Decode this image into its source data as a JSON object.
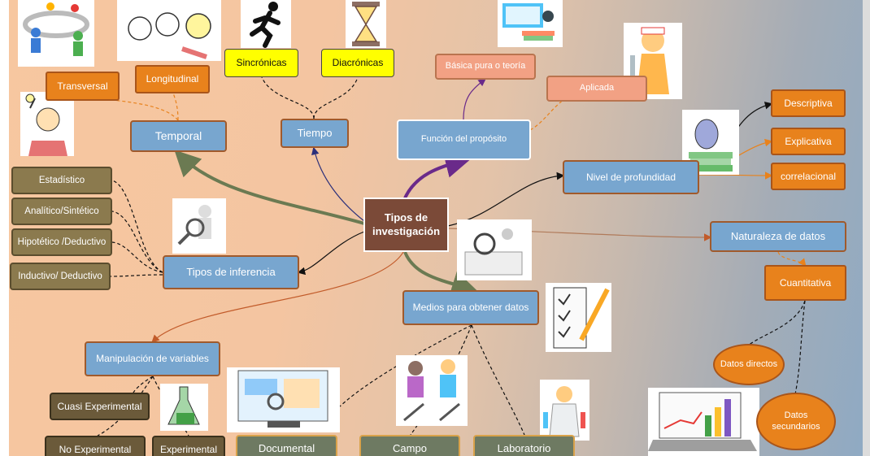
{
  "central": "Tipos de investigación",
  "branches": {
    "temporal": "Temporal",
    "tiempo": "Tiempo",
    "funcion": "Función del propósito",
    "nivel": "Nivel de profundidad",
    "naturaleza": "Naturaleza de datos",
    "medios": "Medios para obtener datos",
    "manipulacion": "Manipulación de variables",
    "inferencia": "Tipos de inferencia"
  },
  "temporal_children": {
    "transversal": "Transversal",
    "longitudinal": "Longitudinal"
  },
  "tiempo_children": {
    "sincronicas": "Sincrónicas",
    "diacronicas": "Diacrónicas"
  },
  "funcion_children": {
    "basica": "Básica pura o teoría",
    "aplicada": "Aplicada"
  },
  "nivel_children": {
    "descriptiva": "Descriptiva",
    "explicativa": "Explicativa",
    "correlacional": "correlacional"
  },
  "naturaleza_children": {
    "cuantitativa": "Cuantitativa",
    "directos": "Datos directos",
    "secundarios": "Datos secundarios"
  },
  "inferencia_children": {
    "estadistico": "Estadístico",
    "analitico": "Analítico/Sintético",
    "hipotetico": "Hipotético /Deductivo",
    "inductivo": "Inductivo/ Deductivo"
  },
  "manipulacion_children": {
    "cuasi": "Cuasi Experimental",
    "no_experimental": "No Experimental",
    "experimental": "Experimental"
  },
  "medios_children": {
    "documental": "Documental",
    "campo": "Campo",
    "laboratorio": "Laboratorio"
  },
  "colors": {
    "blue_node": "#78a6cf",
    "orange_node": "#e8821c",
    "yellow_node": "#ffff00",
    "olive_node": "#8b7a4e",
    "grey_node": "#6e7a62",
    "central_node": "#7b4a38"
  },
  "icons": [
    "people-network-icon",
    "lightbulb-ideas-icon",
    "running-person-icon",
    "hourglass-icon",
    "teacher-books-icon",
    "nurse-icon",
    "thinking-person-icon",
    "magnifier-figure-icon",
    "chemistry-books-icon",
    "analysis-figure-icon",
    "checklist-pencil-icon",
    "interview-people-icon",
    "lab-flask-icon",
    "dashboard-monitor-icon",
    "lab-scientist-icon",
    "laptop-chart-icon"
  ]
}
